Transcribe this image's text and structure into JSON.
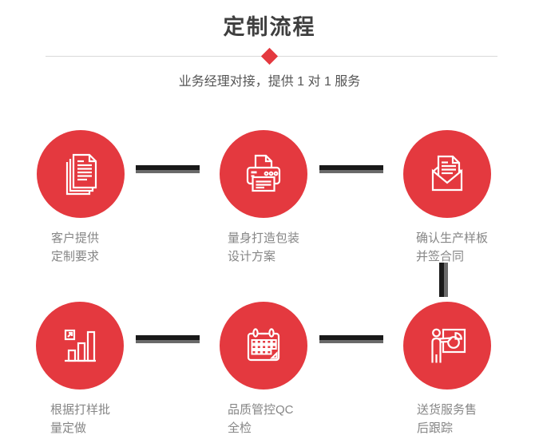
{
  "colors": {
    "background": "#ffffff",
    "accent": "#e4393f",
    "title_text": "#3f3f3f",
    "subtitle_text": "#555555",
    "label_text": "#868686",
    "divider": "#d9d9d9",
    "connector_dark": "#191919",
    "connector_gray": "#6a6a6a"
  },
  "header": {
    "title": "定制流程",
    "subtitle": "业务经理对接，提供 1 对 1 服务"
  },
  "steps": [
    {
      "icon": "documents-icon",
      "label_line1": "客户提供",
      "label_line2": "定制要求"
    },
    {
      "icon": "printer-icon",
      "label_line1": "量身打造包装",
      "label_line2": "设计方案"
    },
    {
      "icon": "envelope-icon",
      "label_line1": "确认生产样板",
      "label_line2": "并签合同"
    },
    {
      "icon": "bar-chart-icon",
      "label_line1": "根据打样批",
      "label_line2": "量定做"
    },
    {
      "icon": "calendar-icon",
      "label_line1": "品质管控QC",
      "label_line2": "全检"
    },
    {
      "icon": "presenter-icon",
      "label_line1": "送货服务售",
      "label_line2": "后跟踪"
    }
  ]
}
